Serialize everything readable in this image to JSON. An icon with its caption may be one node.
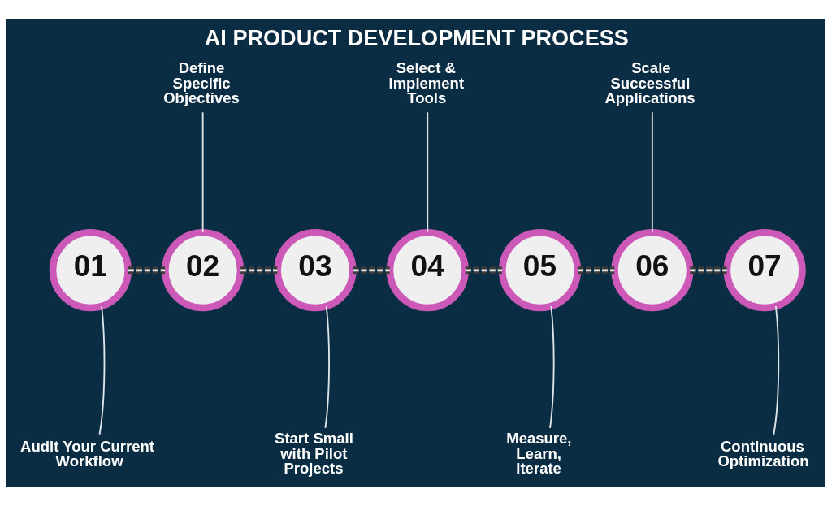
{
  "diagram": {
    "title": "AI PRODUCT DEVELOPMENT PROCESS",
    "nodes": [
      {
        "text": [
          "01"
        ]
      },
      {
        "text": [
          "02"
        ]
      },
      {
        "text": [
          "03"
        ]
      },
      {
        "text": [
          "04"
        ]
      },
      {
        "text": [
          "05"
        ]
      },
      {
        "text": [
          "06"
        ]
      },
      {
        "text": [
          "07"
        ]
      },
      {
        "text": [
          "Audit Your Current Workflow"
        ]
      },
      {
        "text": [
          "Define Specific Objectives"
        ]
      },
      {
        "text": [
          "Start Small with Pilot Projects"
        ]
      },
      {
        "text": [
          "Select & Implement Tools"
        ]
      },
      {
        "text": [
          "Measure, Learn, Iterate"
        ]
      },
      {
        "text": [
          "Scale Successful Applications"
        ]
      },
      {
        "text": [
          "Continuous Optimization"
        ]
      }
    ],
    "edges": [
      {
        "from": 0,
        "to": 1,
        "arrow": "none",
        "style": "dashed",
        "color": "#3a3a3a"
      },
      {
        "from": 1,
        "to": 2,
        "arrow": "none",
        "style": "dashed",
        "color": "#3a3a3a"
      },
      {
        "from": 2,
        "to": 3,
        "arrow": "none",
        "style": "dashed",
        "color": "#3a3a3a"
      },
      {
        "from": 3,
        "to": 4,
        "arrow": "none",
        "style": "dashed",
        "color": "#3a3a3a"
      },
      {
        "from": 4,
        "to": 5,
        "arrow": "none",
        "style": "dashed",
        "color": "#3a3a3a"
      },
      {
        "from": 5,
        "to": 6,
        "arrow": "none",
        "style": "dashed",
        "color": "#3a3a3a"
      },
      {
        "from": 7,
        "to": 0,
        "arrow": "none"
      },
      {
        "from": 8,
        "to": 1,
        "arrow": "none"
      },
      {
        "from": 9,
        "to": 2,
        "arrow": "none"
      },
      {
        "from": 10,
        "to": 3,
        "arrow": "none"
      },
      {
        "from": 11,
        "to": 4,
        "arrow": "none"
      },
      {
        "from": 12,
        "to": 5,
        "arrow": "none"
      },
      {
        "from": 13,
        "to": 6,
        "arrow": "none"
      }
    ]
  }
}
